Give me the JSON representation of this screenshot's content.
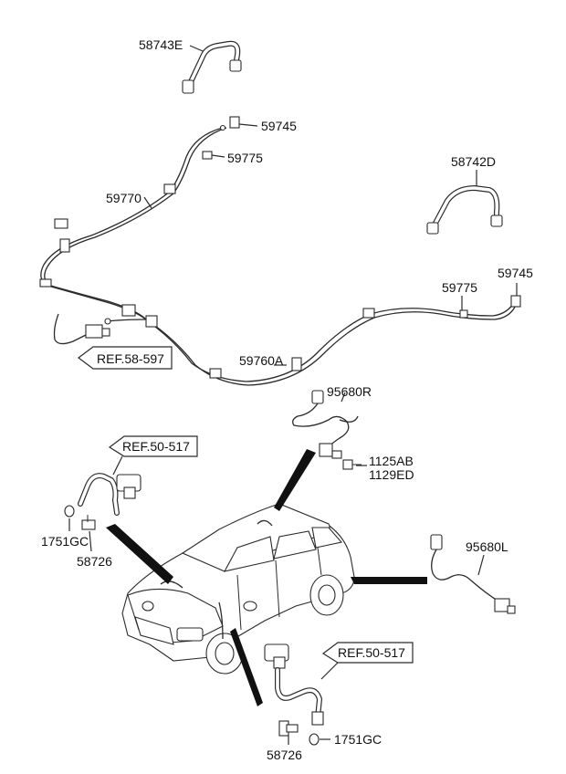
{
  "labels": {
    "p58743E": "58743E",
    "p59745_top": "59745",
    "p59775_top": "59775",
    "p59770": "59770",
    "p58742D": "58742D",
    "p59775_right": "59775",
    "p59745_right": "59745",
    "ref58597": "REF.58-597",
    "p59760A": "59760A",
    "p95680R": "95680R",
    "p1125AB": "1125AB",
    "p1129ED": "1129ED",
    "ref50517_left": "REF.50-517",
    "p1751GC_left": "1751GC",
    "p58726_left": "58726",
    "p95680L": "95680L",
    "ref50517_bottom": "REF.50-517",
    "p58726_bottom": "58726",
    "p1751GC_bottom": "1751GC"
  }
}
